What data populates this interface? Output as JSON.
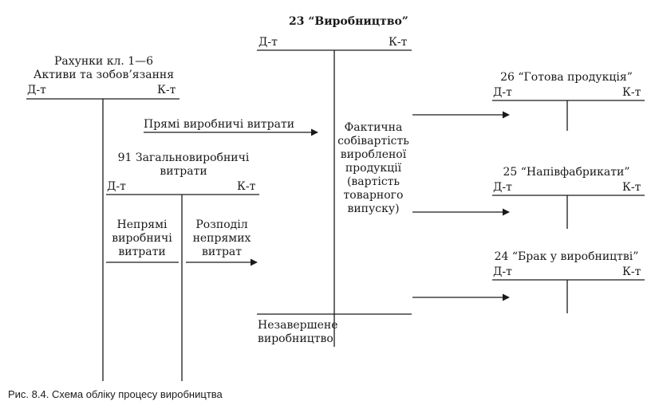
{
  "accounts": {
    "production": {
      "title": "23 “Виробництво”",
      "debit": "Д-т",
      "credit": "К-т"
    },
    "assets": {
      "title_line1": "Рахунки кл. 1—6",
      "title_line2": "Активи та зобов’язання",
      "debit": "Д-т",
      "credit": "К-т"
    },
    "overhead": {
      "title_line1": "91 Загальновиробничі",
      "title_line2": "витрати",
      "debit": "Д-т",
      "credit": "К-т"
    },
    "finished_goods": {
      "title": "26 “Готова продукція”",
      "debit": "Д-т",
      "credit": "К-т"
    },
    "semi_finished": {
      "title": "25 “Напівфабрикати”",
      "debit": "Д-т",
      "credit": "К-т"
    },
    "defects": {
      "title": "24 “Брак у виробництві”",
      "debit": "Д-т",
      "credit": "К-т"
    }
  },
  "labels": {
    "direct_costs": "Прямі виробничі витрати",
    "indirect_costs": [
      "Непрямі",
      "виробничі",
      "витрати"
    ],
    "allocation": [
      "Розподіл",
      "непрямих",
      "витрат"
    ],
    "actual_cost": [
      "Фактична",
      "собівартість",
      "виробленої",
      "продукції",
      "(вартість",
      "товарного",
      "випуску)"
    ],
    "wip": [
      "Незавершене",
      "виробництво"
    ]
  },
  "caption": "Рис. 8.4. Схема обліку процесу виробництва",
  "colors": {
    "ink": "#1a1a1a",
    "background": "#ffffff"
  }
}
